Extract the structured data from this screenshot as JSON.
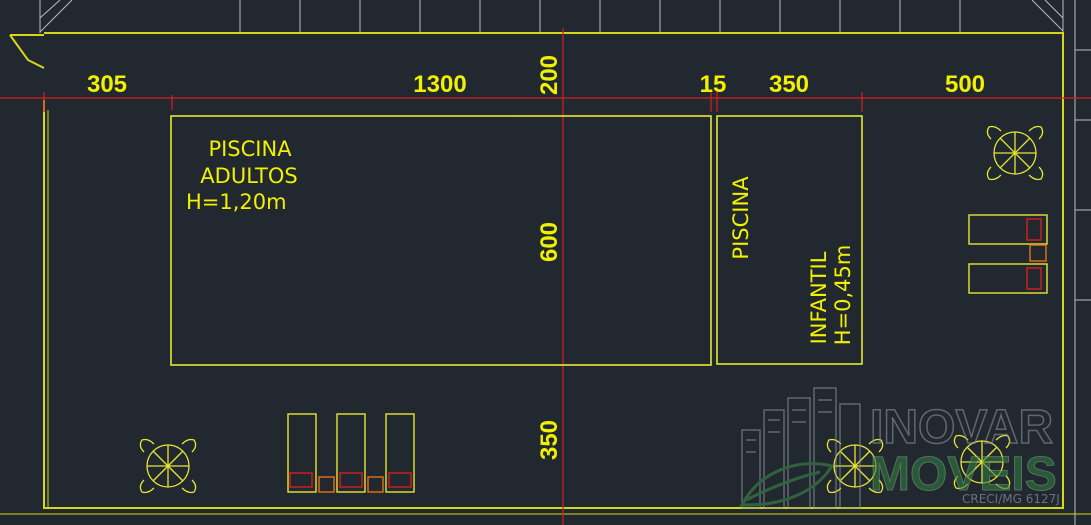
{
  "colors": {
    "background": "#212830",
    "outline": "#d7d719",
    "dimension_line": "#d71e1e",
    "pool_border": "#e6e632",
    "text": "#f0f000",
    "furniture_red": "#d71e1e",
    "furniture_orange": "#e67314",
    "watermark": "#7a8288"
  },
  "dimensions": {
    "horizontal": [
      "305",
      "1300",
      "15",
      "350",
      "500"
    ],
    "vertical": [
      "200",
      "600",
      "350"
    ]
  },
  "pools": {
    "adult": {
      "line1": "PISCINA",
      "line2": "ADULTOS",
      "line3": "H=1,20m"
    },
    "kids": {
      "line1": "PISCINA",
      "line2": "INFANTIL",
      "line3": "H=0,45m"
    }
  },
  "watermark": {
    "brand_top": "INOVAR",
    "brand_bottom": "MOVEIS",
    "registration": "CRECI/MG 6127J"
  },
  "icons": [
    "umbrella-table-icon",
    "sun-lounger-icon",
    "building-logo-icon",
    "leaf-logo-icon"
  ]
}
